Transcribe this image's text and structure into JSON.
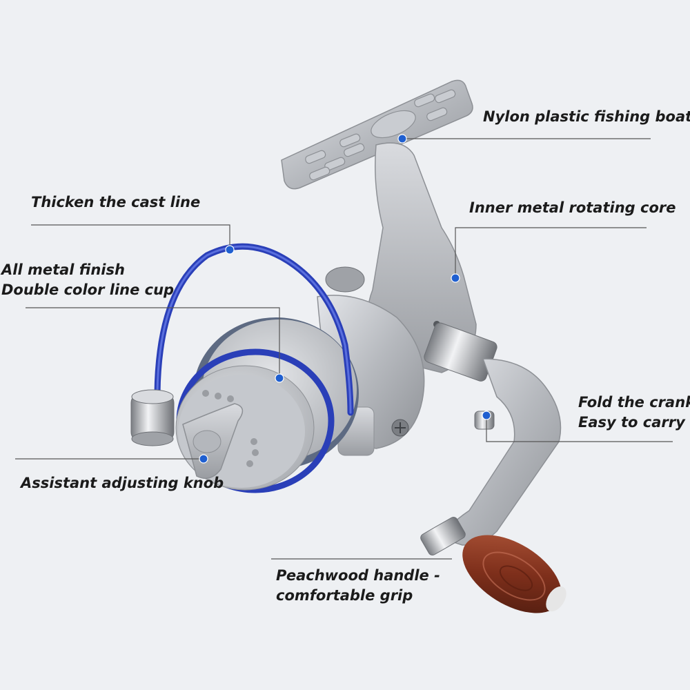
{
  "colors": {
    "background": "#eef0f3",
    "leader_line": "#555555",
    "marker_dot": "#1f5fd0",
    "reel_blue": "#2a3fb8",
    "reel_silver": "#b9bcc1",
    "handle_wood": "#8a3a22"
  },
  "callouts": [
    {
      "id": "nylon-boats",
      "lines": [
        "Nylon plastic fishing boats"
      ]
    },
    {
      "id": "cast-line",
      "lines": [
        "Thicken the cast line"
      ]
    },
    {
      "id": "rotating-core",
      "lines": [
        "Inner metal rotating core"
      ]
    },
    {
      "id": "line-cup",
      "lines": [
        "All metal finish",
        "Double color line cup"
      ]
    },
    {
      "id": "fold-crank",
      "lines": [
        "Fold the crank",
        "Easy to carry"
      ]
    },
    {
      "id": "adjusting-knob",
      "lines": [
        "Assistant adjusting knob"
      ]
    },
    {
      "id": "peachwood-handle",
      "lines": [
        "Peachwood handle -",
        "comfortable grip"
      ]
    }
  ]
}
